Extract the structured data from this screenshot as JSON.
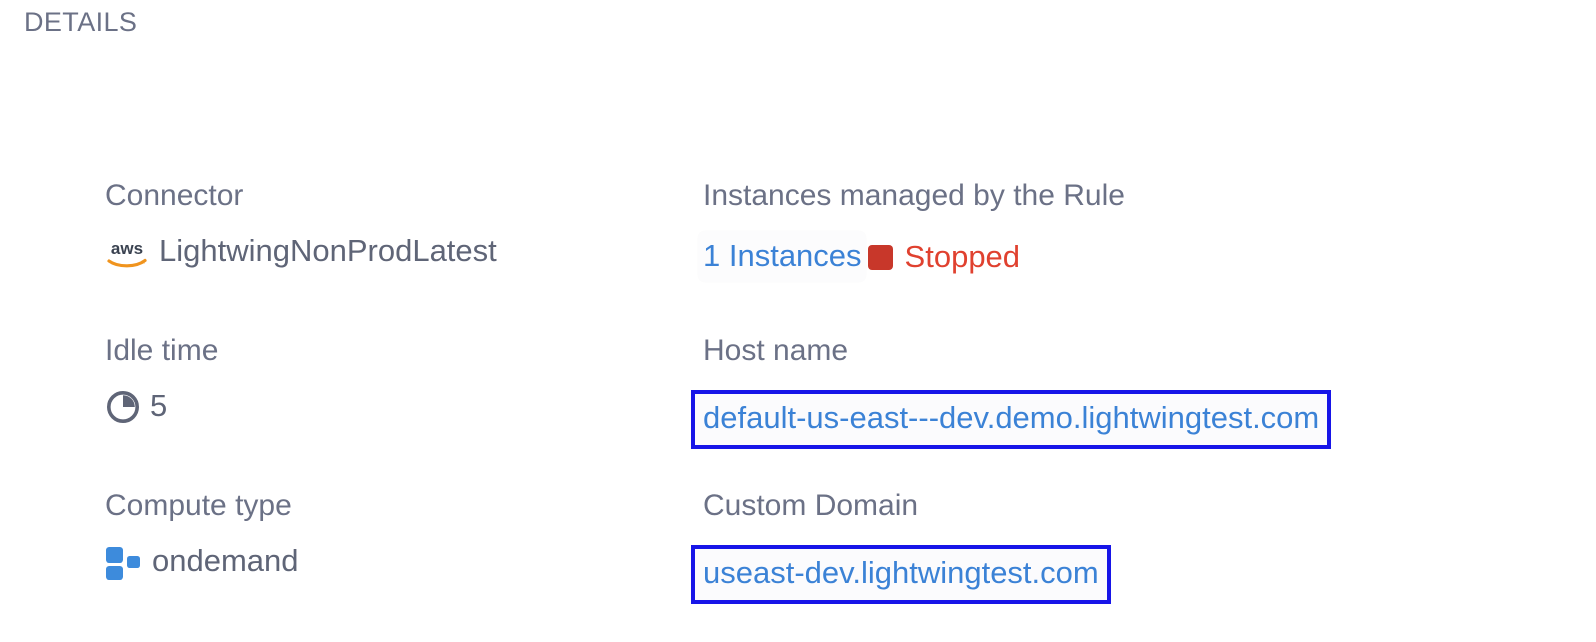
{
  "section": {
    "header": "DETAILS"
  },
  "colors": {
    "label": "#6b7186",
    "value": "#5f6577",
    "link": "#3b82d6",
    "status_red": "#e0412f",
    "swatch_red": "#c8372a",
    "highlight_border": "#1715e8",
    "aws_orange": "#f0941e",
    "aws_dark": "#3a4250",
    "compute_blue": "#3d8bdc"
  },
  "rows": [
    {
      "left": {
        "label": "Connector",
        "icon": "aws-logo-icon",
        "value": "LightwingNonProdLatest"
      },
      "right": {
        "label": "Instances managed by the Rule",
        "link": "1 Instances",
        "status_icon": "stopped-square-icon",
        "status": "Stopped"
      }
    },
    {
      "left": {
        "label": "Idle time",
        "icon": "pie-clock-icon",
        "value": "5"
      },
      "right": {
        "label": "Host name",
        "link": "default-us-east---dev.demo.lightwingtest.com",
        "highlighted": true
      }
    },
    {
      "left": {
        "label": "Compute type",
        "icon": "compute-blocks-icon",
        "value": "ondemand"
      },
      "right": {
        "label": "Custom Domain",
        "link": "useast-dev.lightwingtest.com",
        "highlighted": true
      }
    }
  ]
}
